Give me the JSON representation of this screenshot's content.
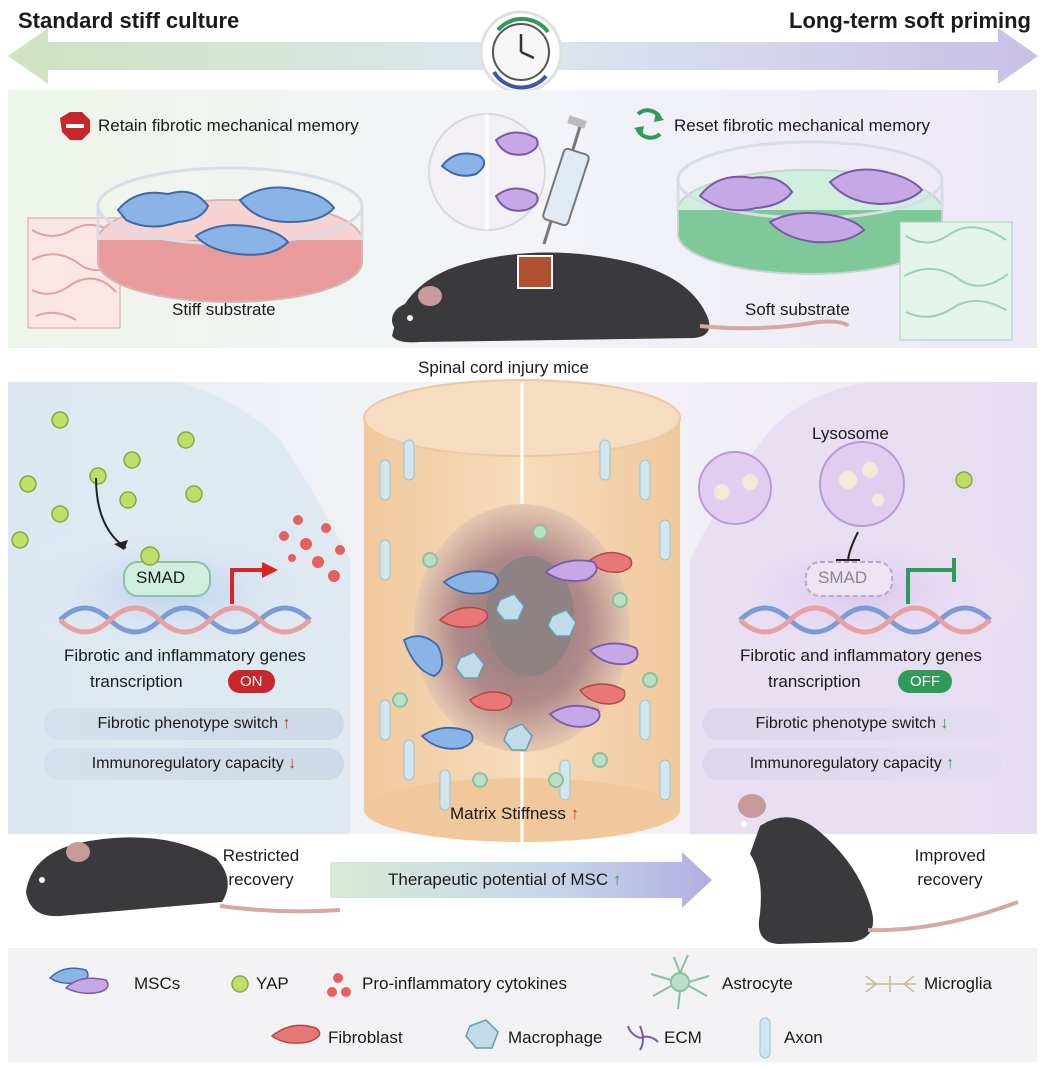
{
  "header": {
    "left_title": "Standard stiff culture",
    "right_title": "Long-term soft priming"
  },
  "top": {
    "left_caption": "Retain fibrotic mechanical memory",
    "right_caption": "Reset fibrotic mechanical memory",
    "stiff_label": "Stiff substrate",
    "soft_label": "Soft substrate",
    "mice_label": "Spinal cord injury mice"
  },
  "middle": {
    "smad_left": "SMAD",
    "smad_right": "SMAD",
    "lysosome": "Lysosome",
    "genes_left_line1": "Fibrotic and inflammatory genes",
    "genes_left_line2": "transcription",
    "genes_right_line1": "Fibrotic and inflammatory genes",
    "genes_right_line2": "transcription",
    "on_label": "ON",
    "off_label": "OFF",
    "left_bar1": "Fibrotic phenotype switch",
    "left_bar2": "Immunoregulatory capacity",
    "right_bar1": "Fibrotic phenotype switch",
    "right_bar2": "Immunoregulatory capacity",
    "matrix_stiffness": "Matrix Stiffness",
    "up_arrow": "↑",
    "down_arrow": "↓"
  },
  "bottom": {
    "restricted_line1": "Restricted",
    "restricted_line2": "recovery",
    "improved_line1": "Improved",
    "improved_line2": "recovery",
    "therapeutic": "Therapeutic potential of MSC"
  },
  "legend": {
    "mscs": "MSCs",
    "yap": "YAP",
    "cytokines": "Pro-inflammatory cytokines",
    "astrocyte": "Astrocyte",
    "microglia": "Microglia",
    "fibroblast": "Fibroblast",
    "macrophage": "Macrophage",
    "ecm": "ECM",
    "axon": "Axon"
  },
  "colors": {
    "stiff_red": "#c8262a",
    "soft_green": "#2f9a59",
    "msc_blue": "#6a9ad8",
    "msc_purple": "#b08ad8",
    "yap_green": "#b8d860"
  }
}
